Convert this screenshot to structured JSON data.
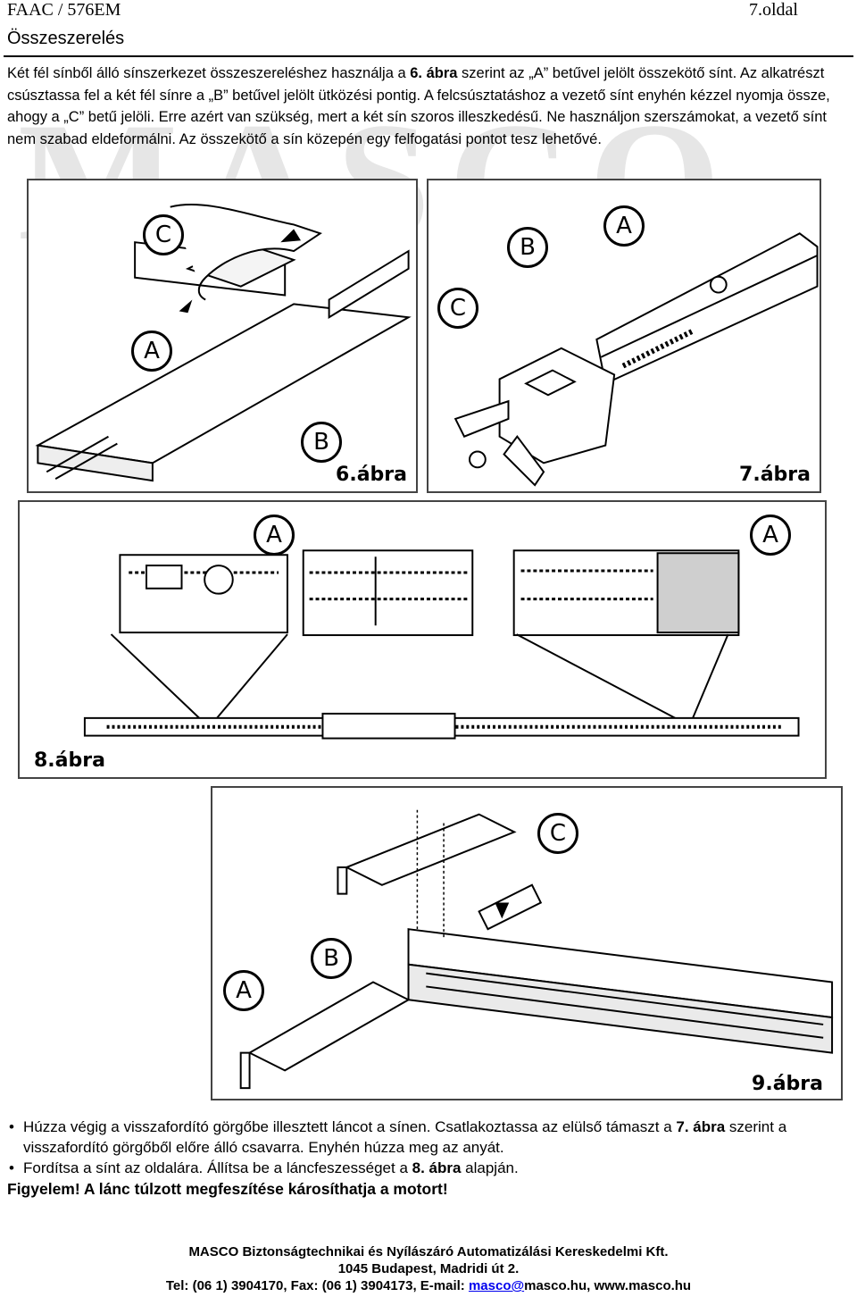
{
  "header": {
    "left": "FAAC / 576EM",
    "right": "7.oldal",
    "section": "Összeszerelés"
  },
  "watermark": "MASCO",
  "intro": {
    "p1": "Két fél sínből álló sínszerkezet összeszereléshez használja a ",
    "p1_bold": "6. ábra",
    "p2": " szerint az „A” betűvel jelölt összekötő sínt. Az alkatrészt csúsztassa fel a két fél sínre a „B” betűvel jelölt ütközési pontig. A felcsúsztatáshoz a vezető sínt enyhén kézzel nyomja össze, ahogy a „C” betű jelöli. Erre azért van szükség, mert a két sín szoros illeszkedésű. Ne használjon szerszámokat, a vezető sínt nem szabad eldeformálni. Az összekötő a sín közepén egy felfogatási pontot tesz lehetővé."
  },
  "figures": {
    "fig6": {
      "label": "6.ábra",
      "callouts": [
        "C",
        "A",
        "B"
      ]
    },
    "fig7": {
      "label": "7.ábra",
      "callouts": [
        "B",
        "A",
        "C"
      ]
    },
    "fig8": {
      "label": "8.ábra",
      "callouts": [
        "A",
        "A"
      ]
    },
    "fig9": {
      "label": "9.ábra",
      "callouts": [
        "C",
        "B",
        "A"
      ]
    }
  },
  "bullets": {
    "item1_a": "Húzza végig a visszafordító görgőbe illesztett láncot a sínen. Csatlakoztassa az elülső támaszt a ",
    "item1_bold": "7. ábra",
    "item1_b": " szerint a visszafordító görgőből előre álló csavarra. Enyhén húzza meg az anyát.",
    "item2_a": "Fordítsa a sínt az oldalára. Állítsa be a láncfeszességet a ",
    "item2_bold": "8. ábra",
    "item2_b": " alapján.",
    "warning": "Figyelem! A lánc túlzott megfeszítése károsíthatja a motort!"
  },
  "footer": {
    "company": "MASCO Biztonságtechnikai és Nyílászáró Automatizálási Kereskedelmi Kft.",
    "address": "1045 Budapest, Madridi út 2.",
    "contact_a": "Tel: (06 1) 3904170, Fax: (06 1) 3904173, E-mail: ",
    "email_link": "masco@",
    "contact_b": "masco.hu, www.masco.hu"
  }
}
